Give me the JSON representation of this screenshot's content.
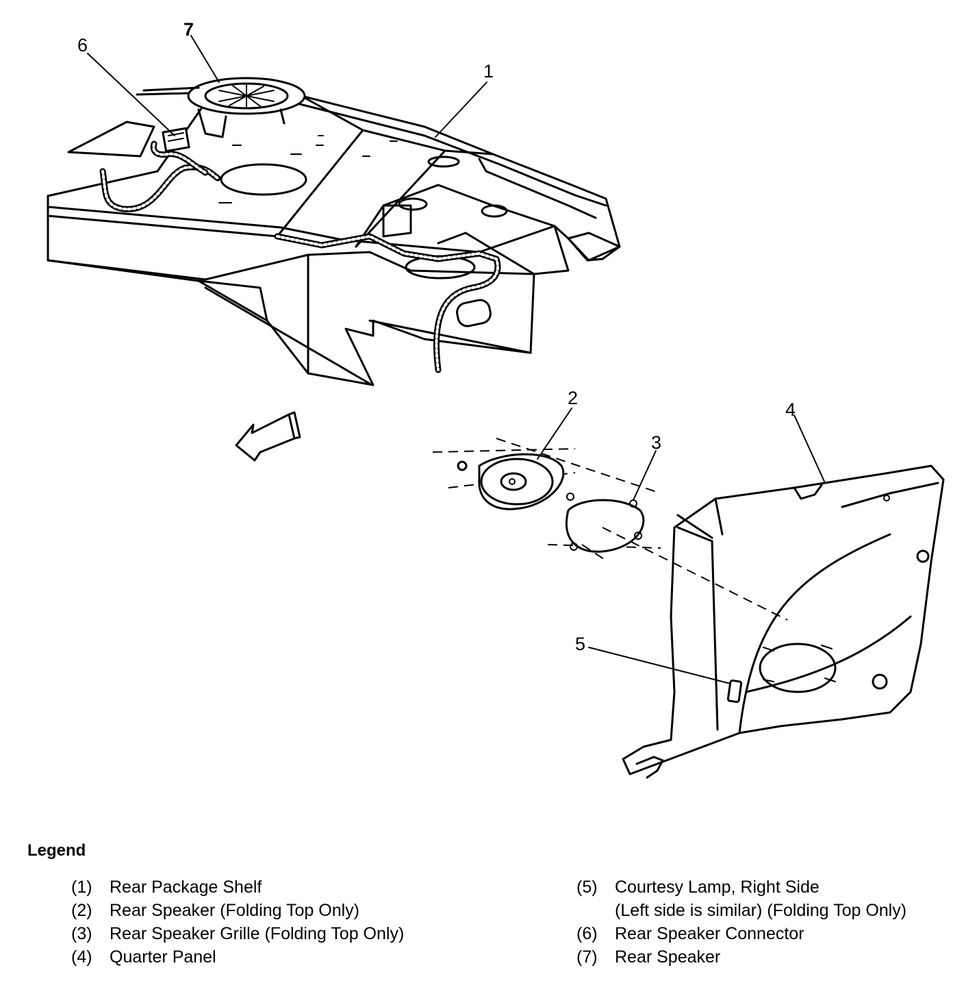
{
  "callouts": [
    "1",
    "2",
    "3",
    "4",
    "5",
    "6",
    "7"
  ],
  "legend": {
    "title": "Legend",
    "items": [
      {
        "num": "(1)",
        "lines": [
          "Rear Package Shelf"
        ]
      },
      {
        "num": "(2)",
        "lines": [
          "Rear Speaker (Folding Top Only)"
        ]
      },
      {
        "num": "(3)",
        "lines": [
          "Rear Speaker Grille (Folding Top Only)"
        ]
      },
      {
        "num": "(4)",
        "lines": [
          "Quarter Panel"
        ]
      },
      {
        "num": "(5)",
        "lines": [
          "Courtesy Lamp, Right Side",
          "(Left side is similar) (Folding Top Only)"
        ]
      },
      {
        "num": "(6)",
        "lines": [
          "Rear Speaker Connector"
        ]
      },
      {
        "num": "(7)",
        "lines": [
          "Rear Speaker"
        ]
      }
    ]
  }
}
